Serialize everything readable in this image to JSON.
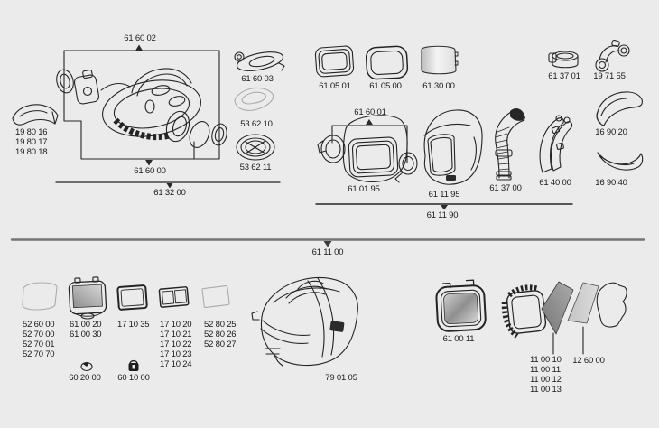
{
  "colors": {
    "background": "#ebebeb",
    "line_art": "#242424",
    "divider_line": "#757575",
    "faint_outline": "#ababab",
    "shade_dark": "#7b7b7b",
    "shade_light": "#d6d6d6",
    "text": "#1a1a1a"
  },
  "groups": {
    "headgear_assembly": {
      "label": "61 60 02",
      "sub_label": "61 60 00",
      "kit_label": "61 32 00"
    },
    "sweatband": {
      "variants": [
        "19 80 16",
        "19 80 17",
        "19 80 18"
      ]
    },
    "head_strap": {
      "label": "61 60 03"
    },
    "air_gasket": {
      "label": "53 62 10"
    },
    "air_deflector": {
      "label": "53 62 11"
    },
    "visor_frame_inner": {
      "label": "61 05 01"
    },
    "visor_frame_outer": {
      "label": "61 05 00"
    },
    "visor_plate": {
      "label": "61 30 00"
    },
    "hose_strap": {
      "label": "61 37 01"
    },
    "pivot_kit": {
      "label": "19 71 55"
    },
    "front_cover": {
      "label": "16 90 20"
    },
    "chin_guard": {
      "label": "16 90 40"
    },
    "inner_shield_group": {
      "label": "61 60 01",
      "part": "61 01 95"
    },
    "helmet_shell": {
      "label": "61 11 95"
    },
    "air_duct": {
      "label": "61 37 00"
    },
    "head_harness": {
      "label": "61 40 00"
    },
    "helmet_assembly": {
      "label": "61 11 90"
    },
    "complete_assembly": {
      "label": "61 11 00"
    },
    "outer_protection_plates": {
      "variants": [
        "52 60 00",
        "52 70 00",
        "52 70 01",
        "52 70 70"
      ]
    },
    "welding_filter": {
      "variants": [
        "61 00 20",
        "61 00 30"
      ]
    },
    "front_frame": {
      "label": "17 10 35"
    },
    "filter_frames": {
      "variants": [
        "17 10 20",
        "17 10 21",
        "17 10 22",
        "17 10 23",
        "17 10 24"
      ]
    },
    "inner_protection_plates": {
      "variants": [
        "52 80 25",
        "52 80 26",
        "52 80 27"
      ]
    },
    "plug": {
      "label": "60 20 00"
    },
    "battery": {
      "label": "60 10 00"
    },
    "carry_bag": {
      "label": "79 01 05"
    },
    "filter_holder": {
      "label": "61 00 11"
    },
    "passive_filters": {
      "variants": [
        "11 00 10",
        "11 00 11",
        "11 00 12",
        "11 00 13"
      ]
    },
    "cover_plate": {
      "label": "12 60 00"
    }
  }
}
